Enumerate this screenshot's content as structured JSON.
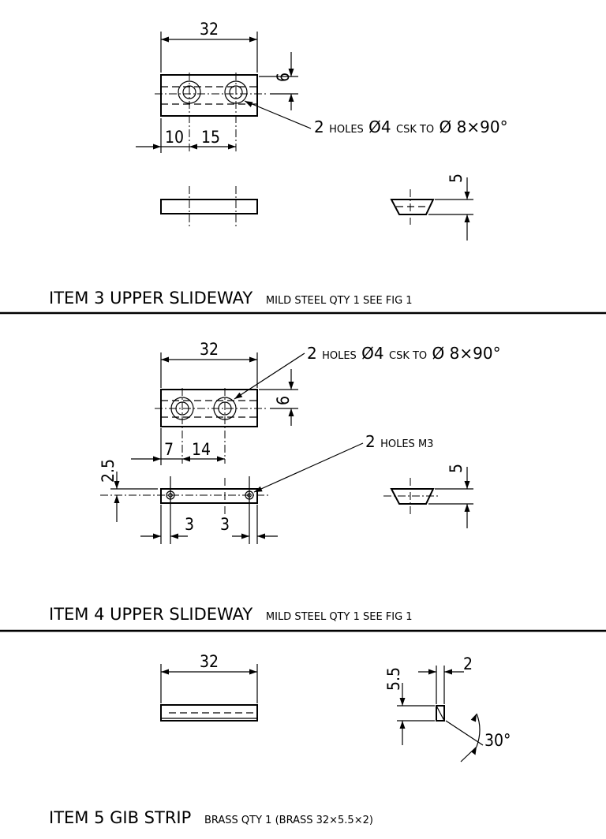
{
  "item3": {
    "title_main": "ITEM 3  UPPER SLIDEWAY",
    "title_spec": "MILD STEEL   QTY 1     SEE FIG 1",
    "dim_length": "32",
    "dim_height": "6",
    "dim_edge": "10",
    "dim_pitch": "15",
    "dim_depth": "5",
    "hole_note_count": "2",
    "hole_note_word": "HOLES",
    "hole_note_dia": "Ø4",
    "hole_note_csk": "CSK TO",
    "hole_note_csk_dia": "Ø 8×90°"
  },
  "item4": {
    "title_main": "ITEM 4  UPPER SLIDEWAY",
    "title_spec": "MILD STEEL   QTY 1     SEE FIG 1",
    "dim_length": "32",
    "dim_height": "6",
    "dim_edge": "7",
    "dim_pitch": "14",
    "dim_offset": "2.5",
    "dim_m3_left": "3",
    "dim_m3_right": "3",
    "dim_depth": "5",
    "hole_note_count": "2",
    "hole_note_word": "HOLES",
    "hole_note_dia": "Ø4",
    "hole_note_csk": "CSK TO",
    "hole_note_csk_dia": "Ø 8×90°",
    "m3_note_count": "2",
    "m3_note_text": "HOLES M3"
  },
  "item5": {
    "title_main": "ITEM 5  GIB STRIP",
    "title_spec": "BRASS    QTY 1      (BRASS 32×5.5×2)",
    "dim_length": "32",
    "dim_height": "5.5",
    "dim_width": "2",
    "dim_angle": "30°"
  }
}
